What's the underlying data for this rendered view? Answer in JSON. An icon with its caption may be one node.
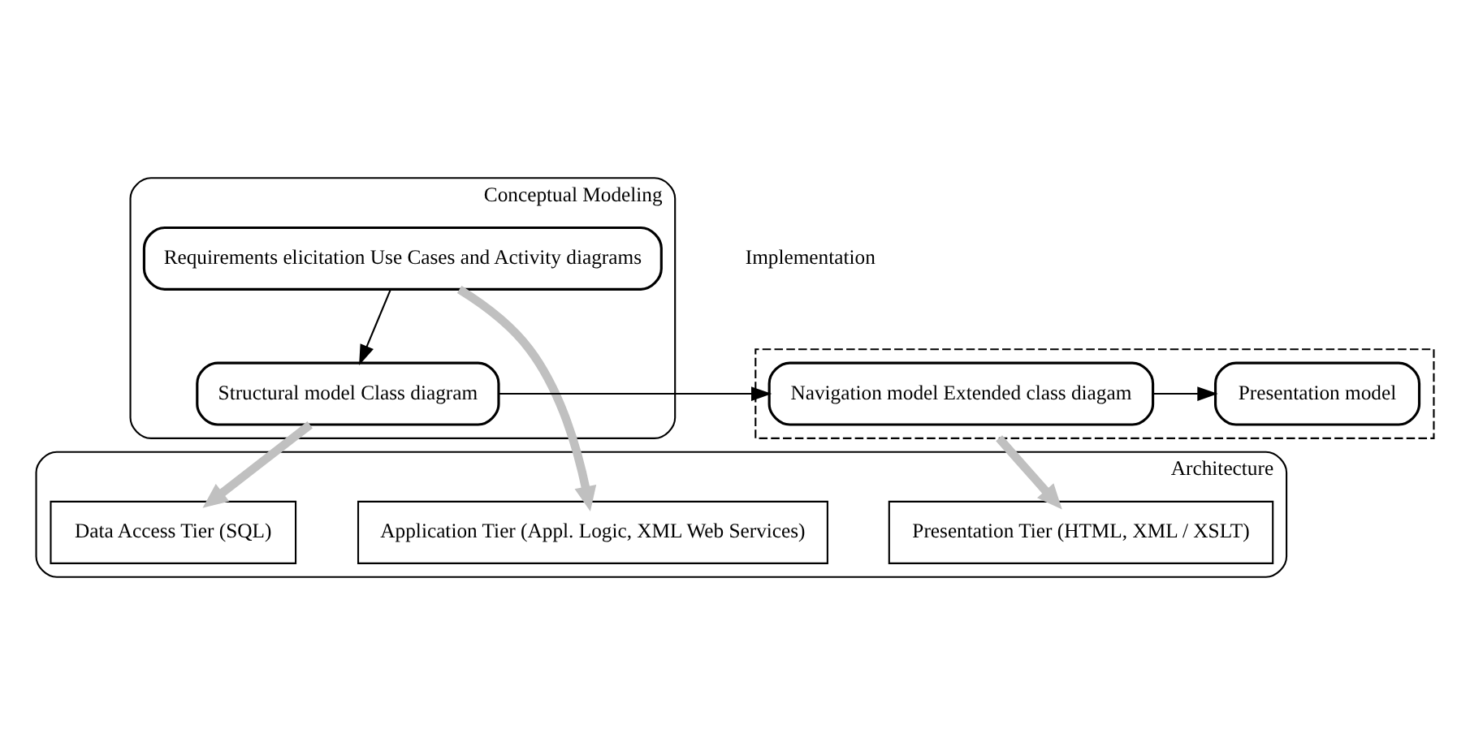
{
  "diagram": {
    "nodes": [
      {
        "text": [
          "Conceptual Modeling"
        ]
      },
      {
        "text": [
          "Requirements elicitation Use Cases and Activity diagrams"
        ],
        "in": 0
      },
      {
        "text": [
          "Structural model Class diagram"
        ],
        "in": 0
      },
      {
        "text": [],
        "shape": "box"
      },
      {
        "text": [
          "Navigation model Extended class diagam"
        ],
        "in": 3
      },
      {
        "text": [
          "Presentation model"
        ],
        "in": 3
      },
      {
        "text": [
          "Architecture"
        ]
      },
      {
        "text": [
          "Presentation Tier (HTML, XML / XSLT)"
        ],
        "in": 6
      },
      {
        "text": [
          "Application Tier (Appl. Logic, XML Web Services)"
        ],
        "in": 6
      },
      {
        "text": [
          "Data Access Tier (SQL)"
        ],
        "in": 6
      }
    ],
    "edges": [
      {
        "from": 1,
        "to": 2,
        "arrow": "to"
      },
      {
        "from": 2,
        "to": 4,
        "arrow": "to"
      },
      {
        "from": 4,
        "to": 5,
        "arrow": "to"
      },
      {
        "from": 2,
        "to": 9,
        "arrow": "to",
        "style": "thick",
        "color": "#c0c0c0"
      },
      {
        "from": 1,
        "to": 8,
        "arrow": "to",
        "style": "thick",
        "color": "#c0c0c0"
      },
      {
        "from": 3,
        "to": 7,
        "arrow": "to",
        "style": "thick",
        "color": "#c0c0c0"
      }
    ],
    "labels": [
      "Implementation"
    ]
  }
}
